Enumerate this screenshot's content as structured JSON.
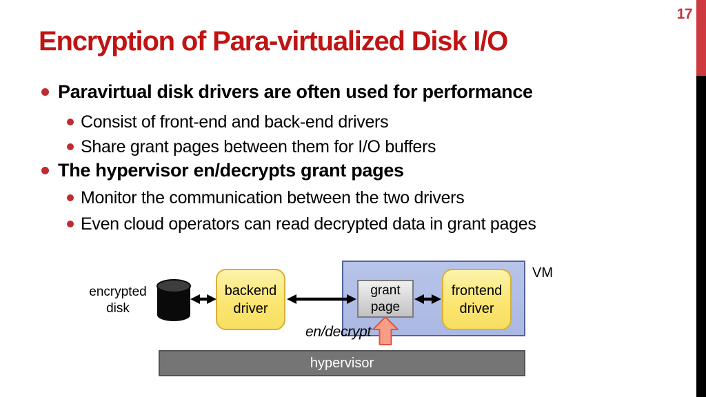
{
  "slide": {
    "page_number": "17",
    "title": "Encryption of Para-virtualized Disk I/O",
    "bullets": [
      {
        "level": 1,
        "text": "Paravirtual disk drivers are often used for performance"
      },
      {
        "level": 2,
        "text": "Consist of front-end and back-end drivers"
      },
      {
        "level": 2,
        "text": "Share grant pages between them for I/O buffers"
      },
      {
        "level": 1,
        "text": "The hypervisor en/decrypts grant pages"
      },
      {
        "level": 2,
        "text": "Monitor the communication between the two drivers"
      },
      {
        "level": 2,
        "text": "Even cloud operators can read decrypted data in grant pages"
      }
    ],
    "diagram": {
      "disk_label": "encrypted disk",
      "backend_label": "backend driver",
      "grant_label": "grant page",
      "frontend_label": "frontend driver",
      "vm_label": "VM",
      "endecrypt_label": "en/decrypt",
      "hypervisor_label": "hypervisor",
      "icons": [
        "disk-cylinder-icon",
        "double-arrow-icon",
        "up-block-arrow-icon"
      ]
    },
    "colors": {
      "title_red": "#c01414",
      "edge_bar_red": "#cd3a40",
      "edge_bar_black": "#000000",
      "bullet_dot_red": "#bf2b33",
      "page_number_red": "#c4343c",
      "vm_fill": "#b1bde5",
      "vm_border": "#51619f",
      "driver_box_yellow": "#fae671",
      "driver_box_border": "#d9af35",
      "grant_fill": "#d9d9d9",
      "grant_border": "#7c7c7c",
      "hypervisor_gray": "#757575",
      "endecrypt_arrow_fill": "#f89e88",
      "endecrypt_arrow_border": "#e2553e",
      "text_black": "#000000",
      "hypervisor_text": "#ffffff"
    }
  }
}
